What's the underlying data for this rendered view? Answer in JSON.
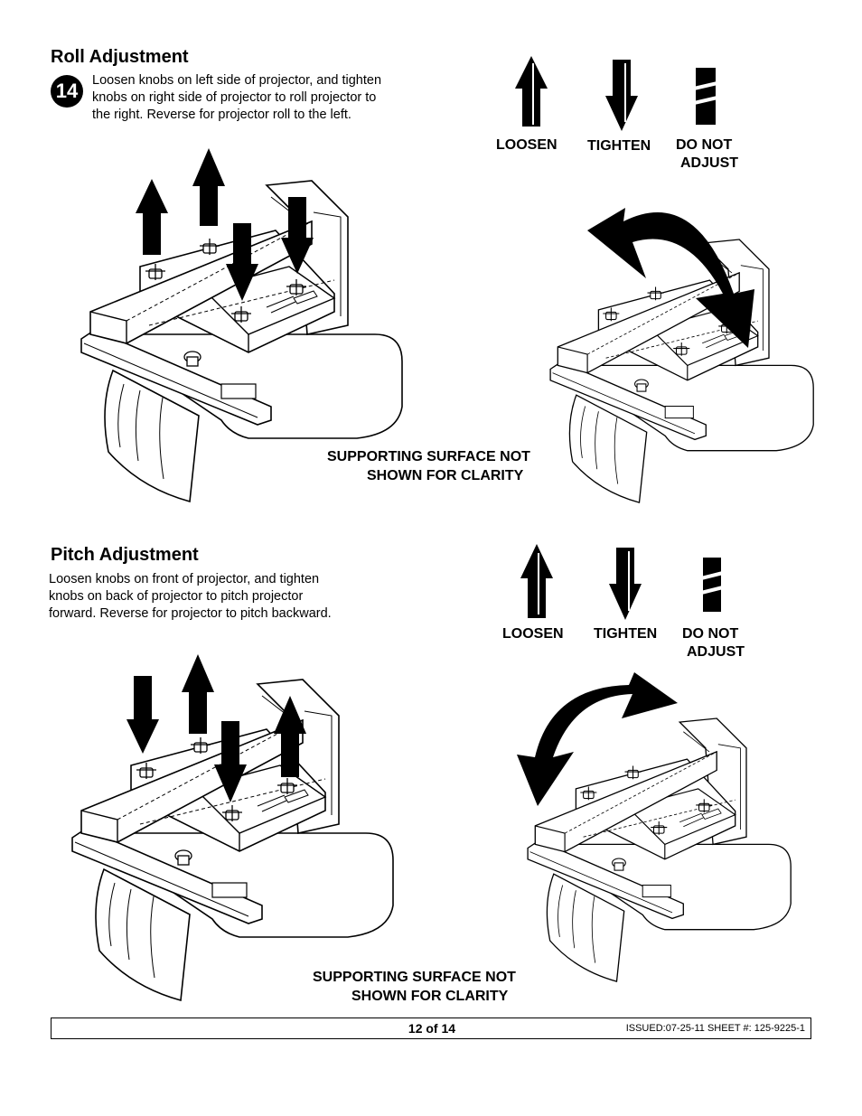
{
  "roll": {
    "heading": "Roll Adjustment",
    "step_number": "14",
    "instructions": [
      "Loosen knobs on left side of projector, and tighten",
      "knobs on right side of projector to roll projector to",
      "the right. Reverse for projector roll to the left."
    ],
    "legend": {
      "loosen": "LOOSEN",
      "tighten": "TIGHTEN",
      "do_not_1": "DO NOT",
      "do_not_2": "ADJUST"
    },
    "note": [
      "SUPPORTING SURFACE NOT",
      "SHOWN FOR CLARITY"
    ]
  },
  "pitch": {
    "heading": "Pitch Adjustment",
    "instructions": [
      "Loosen knobs on front of projector, and tighten",
      "knobs on back of projector to pitch projector",
      "forward. Reverse for projector to pitch backward."
    ],
    "legend": {
      "loosen": "LOOSEN",
      "tighten": "TIGHTEN",
      "do_not_1": "DO NOT",
      "do_not_2": "ADJUST"
    },
    "note": [
      "SUPPORTING SURFACE NOT",
      "SHOWN FOR CLARITY"
    ]
  },
  "footer": {
    "page": "12 of 14",
    "issued": "ISSUED:07-25-11 SHEET #: 125-9225-1"
  }
}
